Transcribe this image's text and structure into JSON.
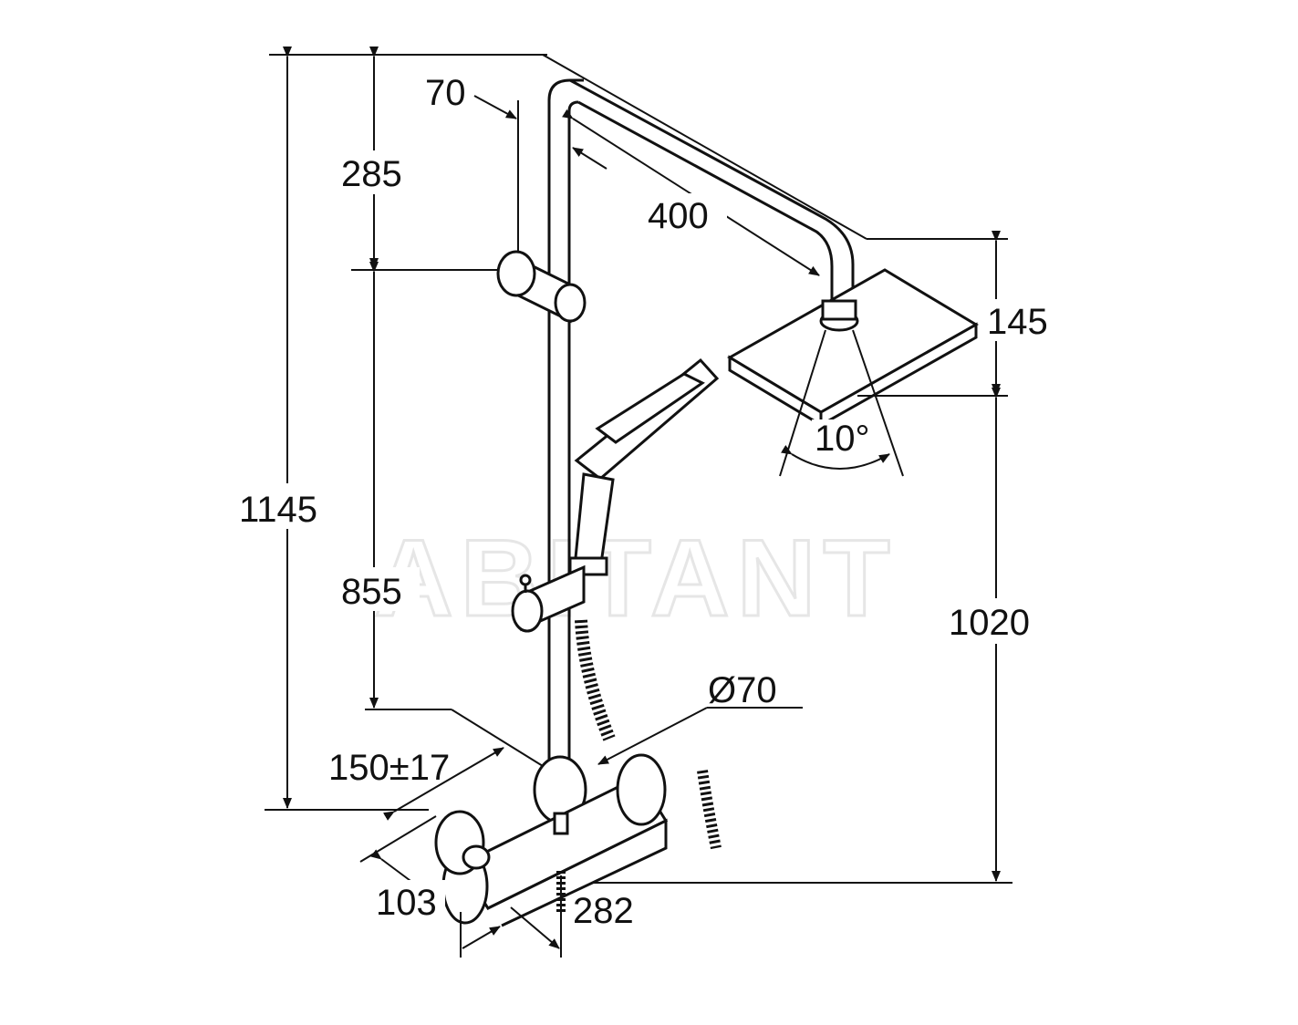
{
  "watermark": "ABITANT",
  "dimensions": {
    "total_height": "1145",
    "top_offset": "285",
    "slide_range": "855",
    "rail_head_offset": "70",
    "arm_length": "400",
    "head_height": "145",
    "head_to_mixer": "1020",
    "spray_angle": "10°",
    "mixer_diameter": "Ø70",
    "wall_spacing": "150±17",
    "mixer_depth": "103",
    "mixer_width": "282"
  },
  "colors": {
    "line": "#111111",
    "watermark": "#e6e6e6"
  }
}
